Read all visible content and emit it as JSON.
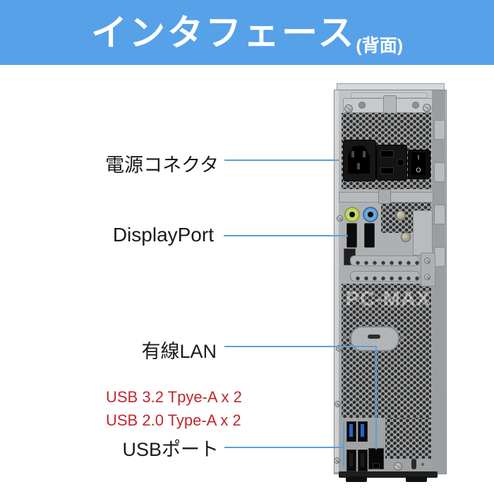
{
  "header": {
    "title": "インタフェース",
    "subtitle": "(背面)"
  },
  "callouts": {
    "power": {
      "label": "電源コネクタ"
    },
    "displayport": {
      "label": "DisplayPort"
    },
    "lan": {
      "label": "有線LAN"
    },
    "usb": {
      "label": "USBポート",
      "notes": [
        "USB 3.2 Tpye-A x 2",
        "USB 2.0 Type-A x 2"
      ]
    }
  },
  "device": {
    "watermark": "PC-MAX",
    "power_switch_marks": {
      "on": "I",
      "off": "O"
    },
    "parts": [
      "power-inlet",
      "ac-outlet",
      "power-switch",
      "audio-line-out-jack",
      "audio-line-in-jack",
      "displayport-1",
      "displayport-2",
      "expansion-slot-cover-1",
      "expansion-slot-cover-2",
      "pull-handle-oval",
      "usb-3-2-port-1",
      "usb-3-2-port-2",
      "usb-2-0-port-1",
      "usb-2-0-port-2",
      "lan-port"
    ]
  },
  "colors": {
    "header_bg": "#57a1e8",
    "header_text": "#ffffff",
    "callout_line": "#5b9fd8",
    "note_red": "#c1272d",
    "label_text": "#1a1a1a",
    "case_gray": "#aaadaf",
    "usb3_blue": "#2a62c8",
    "audio_green": "#c6d86a",
    "audio_blue": "#6aa6d8"
  }
}
